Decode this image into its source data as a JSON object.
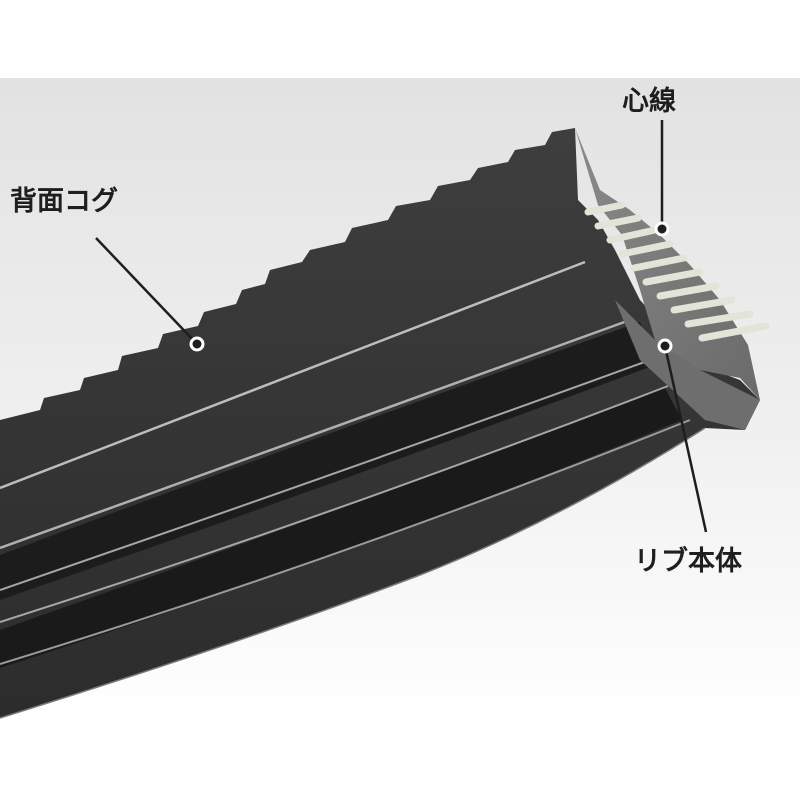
{
  "diagram": {
    "callouts": {
      "back_cog": "背面コグ",
      "core_wire": "心線",
      "rib_body": "リブ本体"
    }
  }
}
